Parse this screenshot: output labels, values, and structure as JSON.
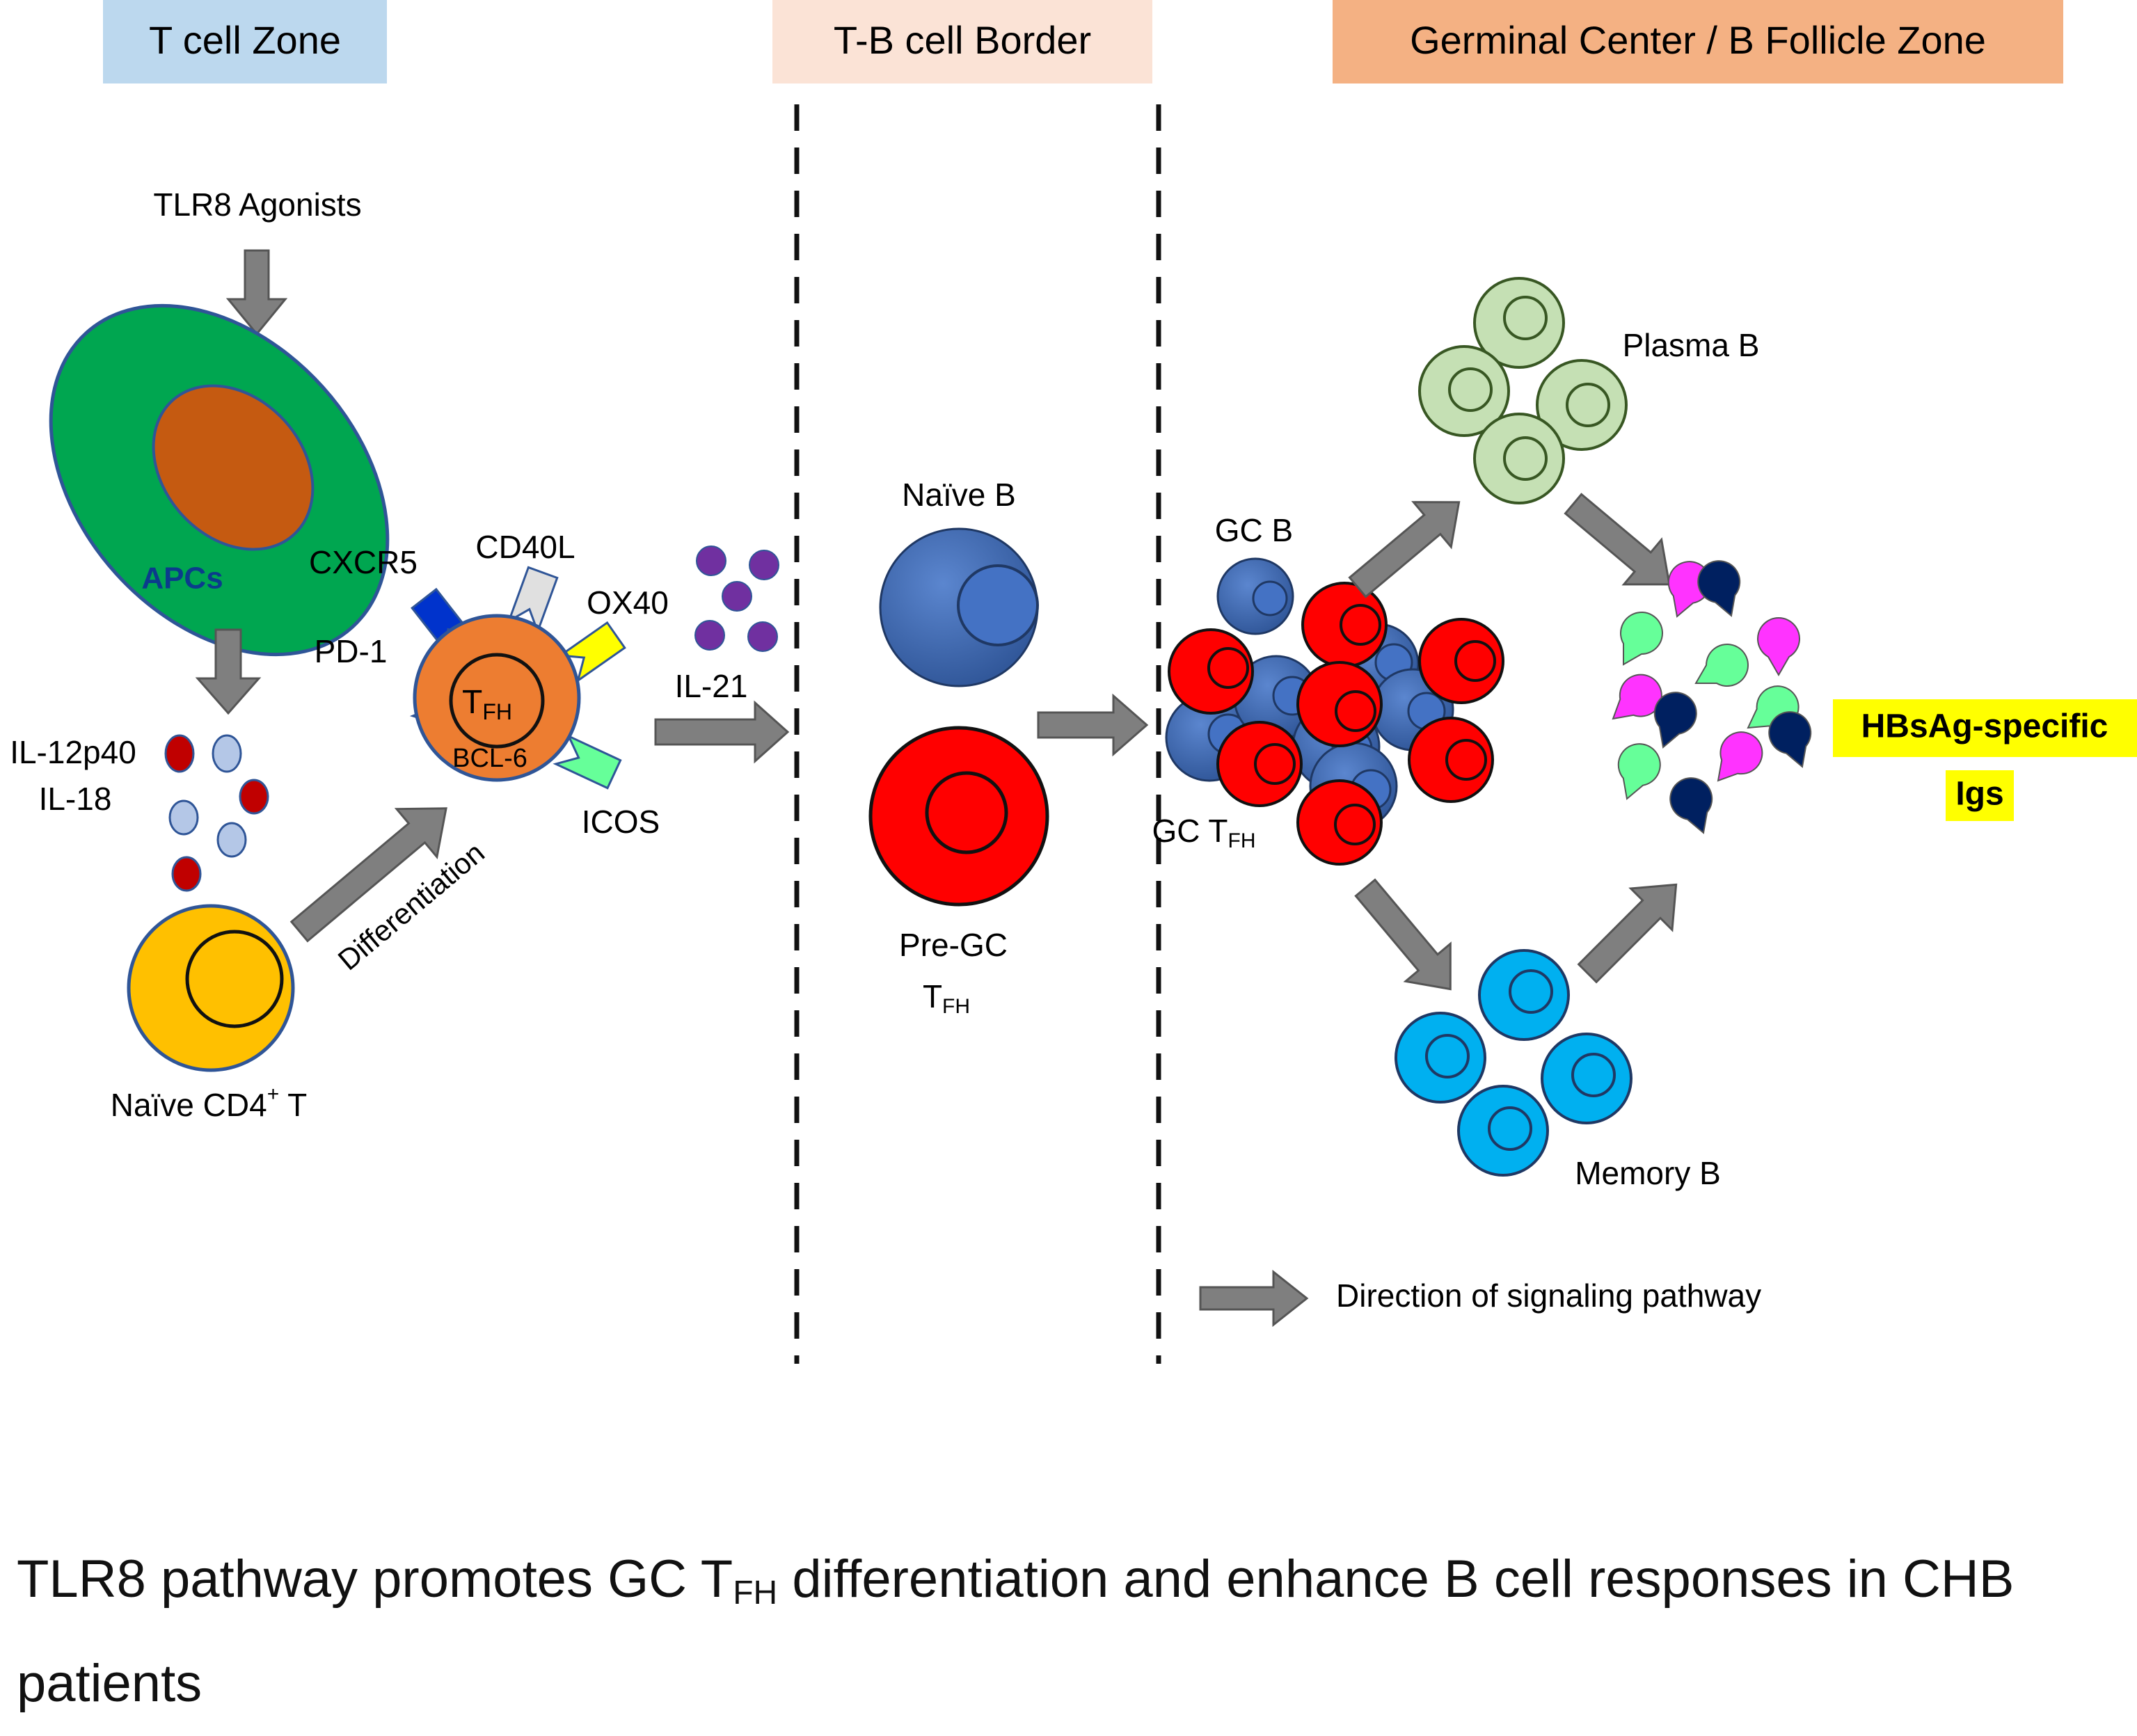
{
  "zones": {
    "t_cell": "T cell Zone",
    "border": "T-B cell Border",
    "germinal": "Germinal Center / B Follicle Zone"
  },
  "colors": {
    "t_zone_header": "#bcd8ee",
    "border_header": "#fbe3d6",
    "germinal_header": "#f4b183",
    "arrow": "#7f7f7f",
    "apc_outer": "#00a650",
    "apc_inner": "#c55a11",
    "naive_t": "#ffc000",
    "tfh": "#ed7d31",
    "b_cell": "#4472c4",
    "tfh_red": "#ff0000",
    "plasma": "#c5e0b4",
    "memory": "#00b0f0",
    "highlight": "#ffff00"
  },
  "labels": {
    "tlr8_agonists": "TLR8 Agonists",
    "apcs": "APCs",
    "il12": "IL-12p40",
    "il18": "IL-18",
    "naive_cd4_prefix": "Naïve CD4",
    "naive_cd4_sup": "+",
    "naive_cd4_suffix": " T",
    "differentiation": "Differentiation",
    "pd1": "PD-1",
    "cxcr5": "CXCR5",
    "cd40l": "CD40L",
    "ox40": "OX40",
    "icos": "ICOS",
    "tfh_main": "T",
    "tfh_sub": "FH",
    "bcl6": "BCL-6",
    "il21": "IL-21",
    "naive_b": "Naïve B",
    "pre_gc": "Pre-GC",
    "pre_gc_t": "T",
    "pre_gc_sub": "FH",
    "gc_b": "GC B",
    "gc_tfh_main": "GC T",
    "gc_tfh_sub": "FH",
    "plasma_b": "Plasma B",
    "memory_b": "Memory B",
    "hbsag_line1": "HBsAg-specific",
    "hbsag_line2": "Igs",
    "legend": "Direction of signaling pathway"
  },
  "caption": {
    "part1": "TLR8 pathway promotes GC T",
    "sub": "FH",
    "part2": " differentiation and enhance B cell responses in CHB patients"
  }
}
